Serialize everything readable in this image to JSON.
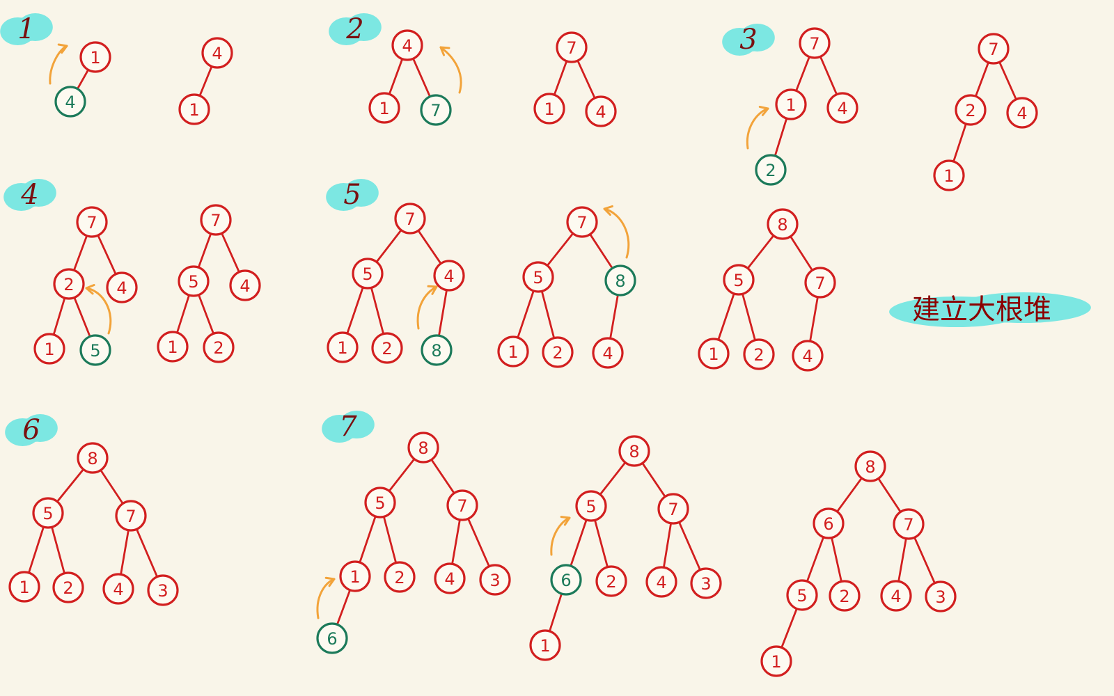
{
  "colors": {
    "background": "#f9f5e9",
    "node_normal": "#d21f1f",
    "node_inserted": "#1c7a5a",
    "arrow": "#f2a33a",
    "highlight": "#6fe6e2",
    "caption_text": "#8b0000",
    "step_text": "#7a1010"
  },
  "caption": "建立大根堆",
  "steps": [
    {
      "label": "1",
      "trees": [
        {
          "nodes": [
            "1",
            "4"
          ],
          "edges": [
            [
              0,
              1
            ]
          ],
          "inserted": 1,
          "arrow": "up"
        },
        {
          "nodes": [
            "4",
            "1"
          ],
          "edges": [
            [
              0,
              1
            ]
          ]
        }
      ]
    },
    {
      "label": "2",
      "trees": [
        {
          "nodes": [
            "4",
            "1",
            "7"
          ],
          "edges": [
            [
              0,
              1
            ],
            [
              0,
              2
            ]
          ],
          "inserted": 2,
          "arrow": "up"
        },
        {
          "nodes": [
            "7",
            "1",
            "4"
          ],
          "edges": [
            [
              0,
              1
            ],
            [
              0,
              2
            ]
          ]
        }
      ]
    },
    {
      "label": "3",
      "trees": [
        {
          "nodes": [
            "7",
            "1",
            "4",
            "2"
          ],
          "edges": [
            [
              0,
              1
            ],
            [
              0,
              2
            ],
            [
              1,
              3
            ]
          ],
          "inserted": 3,
          "arrow": "up"
        },
        {
          "nodes": [
            "7",
            "2",
            "4",
            "1"
          ],
          "edges": [
            [
              0,
              1
            ],
            [
              0,
              2
            ],
            [
              1,
              3
            ]
          ]
        }
      ]
    },
    {
      "label": "4",
      "trees": [
        {
          "nodes": [
            "7",
            "2",
            "4",
            "1",
            "5"
          ],
          "edges": [
            [
              0,
              1
            ],
            [
              0,
              2
            ],
            [
              1,
              3
            ],
            [
              1,
              4
            ]
          ],
          "inserted": 4,
          "arrow": "up"
        },
        {
          "nodes": [
            "7",
            "5",
            "4",
            "1",
            "2"
          ],
          "edges": [
            [
              0,
              1
            ],
            [
              0,
              2
            ],
            [
              1,
              3
            ],
            [
              1,
              4
            ]
          ]
        }
      ]
    },
    {
      "label": "5",
      "trees": [
        {
          "nodes": [
            "7",
            "5",
            "4",
            "1",
            "2",
            "8"
          ],
          "edges": [
            [
              0,
              1
            ],
            [
              0,
              2
            ],
            [
              1,
              3
            ],
            [
              1,
              4
            ],
            [
              2,
              5
            ]
          ],
          "inserted": 5,
          "arrow": "up"
        },
        {
          "nodes": [
            "7",
            "5",
            "8",
            "1",
            "2",
            "4"
          ],
          "edges": [
            [
              0,
              1
            ],
            [
              0,
              2
            ],
            [
              1,
              3
            ],
            [
              1,
              4
            ],
            [
              2,
              5
            ]
          ],
          "inserted": 2,
          "arrow": "up"
        },
        {
          "nodes": [
            "8",
            "5",
            "7",
            "1",
            "2",
            "4"
          ],
          "edges": [
            [
              0,
              1
            ],
            [
              0,
              2
            ],
            [
              1,
              3
            ],
            [
              1,
              4
            ],
            [
              2,
              5
            ]
          ]
        }
      ]
    },
    {
      "label": "6",
      "trees": [
        {
          "nodes": [
            "8",
            "5",
            "7",
            "1",
            "2",
            "4",
            "3"
          ],
          "edges": [
            [
              0,
              1
            ],
            [
              0,
              2
            ],
            [
              1,
              3
            ],
            [
              1,
              4
            ],
            [
              2,
              5
            ],
            [
              2,
              6
            ]
          ]
        }
      ]
    },
    {
      "label": "7",
      "trees": [
        {
          "nodes": [
            "8",
            "5",
            "7",
            "1",
            "2",
            "4",
            "3",
            "6"
          ],
          "edges": [
            [
              0,
              1
            ],
            [
              0,
              2
            ],
            [
              1,
              3
            ],
            [
              1,
              4
            ],
            [
              2,
              5
            ],
            [
              2,
              6
            ],
            [
              3,
              7
            ]
          ],
          "inserted": 7,
          "arrow": "up"
        },
        {
          "nodes": [
            "8",
            "5",
            "7",
            "6",
            "2",
            "4",
            "3",
            "1"
          ],
          "edges": [
            [
              0,
              1
            ],
            [
              0,
              2
            ],
            [
              1,
              3
            ],
            [
              1,
              4
            ],
            [
              2,
              5
            ],
            [
              2,
              6
            ],
            [
              3,
              7
            ]
          ],
          "inserted": 3,
          "arrow": "up"
        },
        {
          "nodes": [
            "8",
            "6",
            "7",
            "5",
            "2",
            "4",
            "3",
            "1"
          ],
          "edges": [
            [
              0,
              1
            ],
            [
              0,
              2
            ],
            [
              1,
              3
            ],
            [
              1,
              4
            ],
            [
              2,
              5
            ],
            [
              2,
              6
            ],
            [
              3,
              7
            ]
          ]
        }
      ]
    }
  ]
}
